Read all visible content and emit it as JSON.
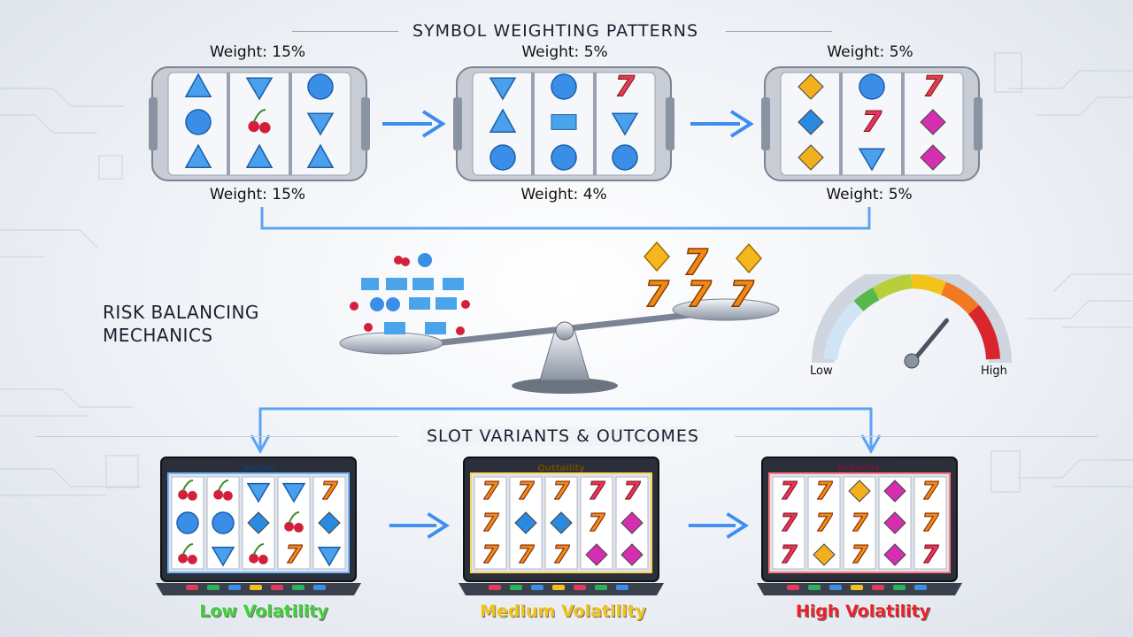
{
  "sections": {
    "weighting_title": "SYMBOL WEIGHTING PATTERNS",
    "risk_title_line1": "RISK BALANCING",
    "risk_title_line2": "MECHANICS",
    "variants_title": "SLOT VARIANTS & OUTCOMES"
  },
  "reels": [
    {
      "top_weight": "Weight: 15%",
      "bottom_weight": "Weight: 15%"
    },
    {
      "top_weight": "Weight: 5%",
      "bottom_weight": "Weight: 4%"
    },
    {
      "top_weight": "Weight: 5%",
      "bottom_weight": "Weight: 5%"
    }
  ],
  "gauge": {
    "low_label": "Low",
    "high_label": "High",
    "needle_level": 0.72
  },
  "laptops": [
    {
      "screen_title": "Vultav",
      "caption": "Low Volatility",
      "caption_color": "#3fcf3a",
      "glow": "#6fb6ff"
    },
    {
      "screen_title": "Quttaility",
      "caption": "Medium Volatility",
      "caption_color": "#f2c21a",
      "glow": "#ffd45a"
    },
    {
      "screen_title": "Jultaility",
      "caption": "High Volatility",
      "caption_color": "#e8202a",
      "glow": "#ff7a7a"
    }
  ],
  "colors": {
    "accent_arrow": "#3d8df0",
    "frame_line": "#6aa8f2"
  }
}
